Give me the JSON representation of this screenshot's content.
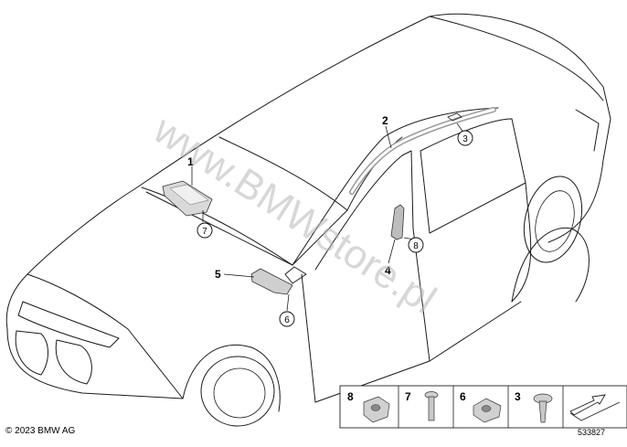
{
  "watermark": "www.BMWstore.pl",
  "copyright": "© 2023 BMW AG",
  "diagram_number": "533827",
  "callouts": {
    "c1": "1",
    "c2": "2",
    "c3": "3",
    "c4": "4",
    "c5": "5",
    "c6": "6",
    "c7": "7",
    "c8": "8"
  },
  "legend": {
    "n8": "8",
    "n7": "7",
    "n6": "6",
    "n3": "3"
  },
  "icons": [
    "car-outline-icon",
    "airbag-module-icon",
    "nut-icon",
    "screw-icon",
    "clip-nut-icon",
    "arrow-icon"
  ]
}
